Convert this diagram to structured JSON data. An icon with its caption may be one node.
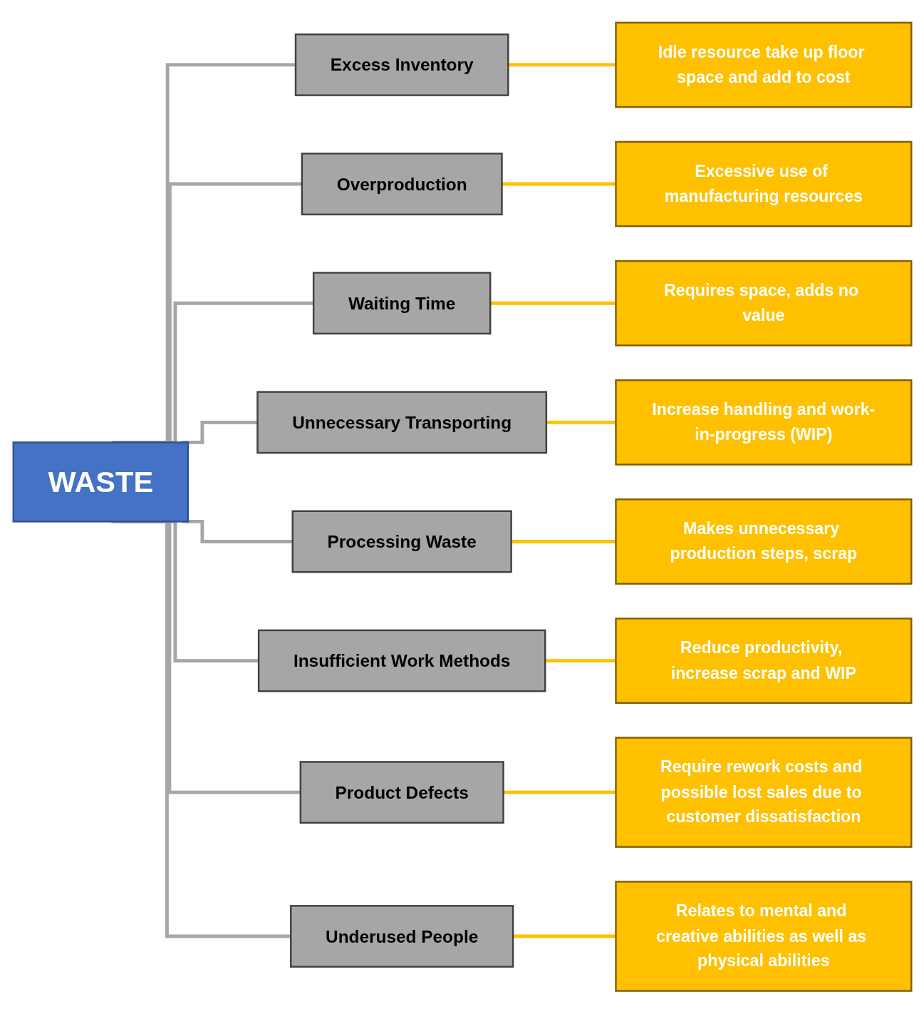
{
  "diagram": {
    "nodes": [
      {
        "text": [
          "WASTE"
        ]
      },
      {
        "text": [
          "Excess Inventory"
        ]
      },
      {
        "text": [
          "Idle resource take up floor space and add to cost"
        ]
      },
      {
        "text": [
          "Overproduction"
        ]
      },
      {
        "text": [
          "Excessive use of manufacturing resources"
        ]
      },
      {
        "text": [
          "Waiting Time"
        ]
      },
      {
        "text": [
          "Requires space, adds no value"
        ]
      },
      {
        "text": [
          "Unnecessary Transporting"
        ]
      },
      {
        "text": [
          "Increase handling and work-in-progress (WIP)"
        ]
      },
      {
        "text": [
          "Processing Waste"
        ]
      },
      {
        "text": [
          "Makes unnecessary production steps, scrap"
        ]
      },
      {
        "text": [
          "Insufficient Work Methods"
        ]
      },
      {
        "text": [
          "Reduce productivity, increase scrap and WIP"
        ]
      },
      {
        "text": [
          "Product Defects"
        ]
      },
      {
        "text": [
          "Require rework costs and possible lost sales due to customer dissatisfaction"
        ]
      },
      {
        "text": [
          "Underused People"
        ]
      },
      {
        "text": [
          "Relates to mental and creative abilities as well as physical abilities"
        ]
      }
    ],
    "edges": [
      {
        "from": 0,
        "to": 1,
        "arrow": "none",
        "color": "#a6a6a6"
      },
      {
        "from": 0,
        "to": 3,
        "arrow": "none",
        "color": "#a6a6a6"
      },
      {
        "from": 0,
        "to": 5,
        "arrow": "none",
        "color": "#a6a6a6"
      },
      {
        "from": 0,
        "to": 7,
        "arrow": "none",
        "color": "#a6a6a6"
      },
      {
        "from": 0,
        "to": 9,
        "arrow": "none",
        "color": "#a6a6a6"
      },
      {
        "from": 0,
        "to": 11,
        "arrow": "none",
        "color": "#a6a6a6"
      },
      {
        "from": 0,
        "to": 13,
        "arrow": "none",
        "color": "#a6a6a6"
      },
      {
        "from": 0,
        "to": 15,
        "arrow": "none",
        "color": "#a6a6a6"
      },
      {
        "from": 1,
        "to": 2,
        "arrow": "none",
        "color": "#ffc000"
      },
      {
        "from": 3,
        "to": 4,
        "arrow": "none",
        "color": "#ffc000"
      },
      {
        "from": 5,
        "to": 6,
        "arrow": "none",
        "color": "#ffc000"
      },
      {
        "from": 7,
        "to": 8,
        "arrow": "none",
        "color": "#ffc000"
      },
      {
        "from": 9,
        "to": 10,
        "arrow": "none",
        "color": "#ffc000"
      },
      {
        "from": 11,
        "to": 12,
        "arrow": "none",
        "color": "#ffc000"
      },
      {
        "from": 13,
        "to": 14,
        "arrow": "none",
        "color": "#ffc000"
      },
      {
        "from": 15,
        "to": 16,
        "arrow": "none",
        "color": "#ffc000"
      }
    ]
  }
}
